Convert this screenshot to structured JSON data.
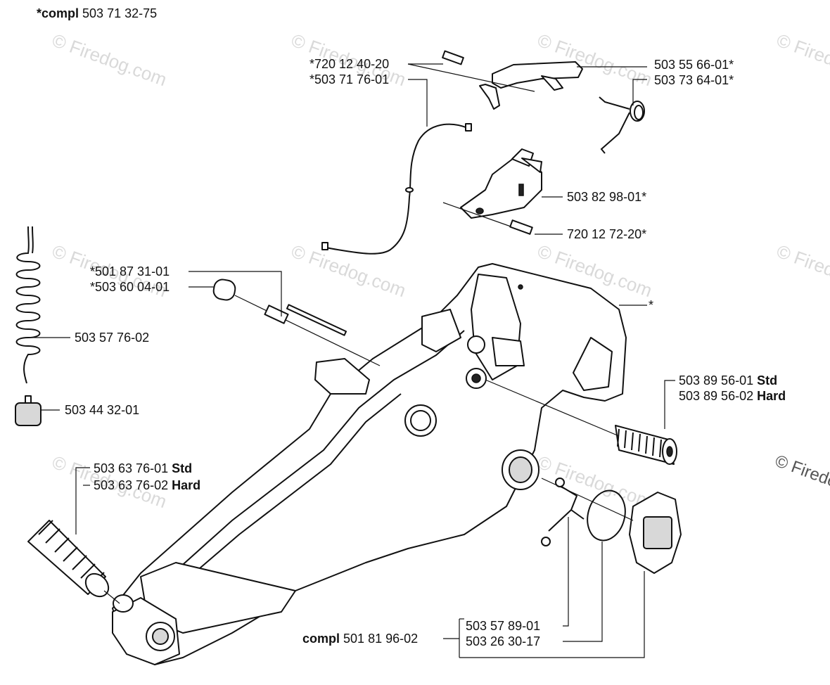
{
  "title": {
    "prefix": "*compl",
    "number": "503 71 32-75"
  },
  "watermark": "© Firedog.com",
  "callouts": {
    "c1": {
      "text": "*720 12 40-20"
    },
    "c2": {
      "text": "*503 71 76-01"
    },
    "c3": {
      "text": "503 55 66-01*"
    },
    "c4": {
      "text": "503 73 64-01*"
    },
    "c5": {
      "text": "503 82 98-01*"
    },
    "c6": {
      "text": "720 12 72-20*"
    },
    "c7": {
      "text": "*501 87 31-01"
    },
    "c8": {
      "text": "*503 60 04-01"
    },
    "c9": {
      "text": "*"
    },
    "c10": {
      "text": "503 57 76-02"
    },
    "c11": {
      "text": "503 44 32-01"
    },
    "c12": {
      "number": "503 89 56-01",
      "suffix": "Std"
    },
    "c13": {
      "number": "503 89 56-02",
      "suffix": "Hard"
    },
    "c14": {
      "number": "503 63 76-01",
      "suffix": "Std"
    },
    "c15": {
      "number": "503 63 76-02",
      "suffix": "Hard"
    },
    "c16": {
      "prefix": "compl",
      "number": "501 81 96-02"
    },
    "c17": {
      "text": "503 57 89-01"
    },
    "c18": {
      "text": "503 26 30-17"
    }
  }
}
